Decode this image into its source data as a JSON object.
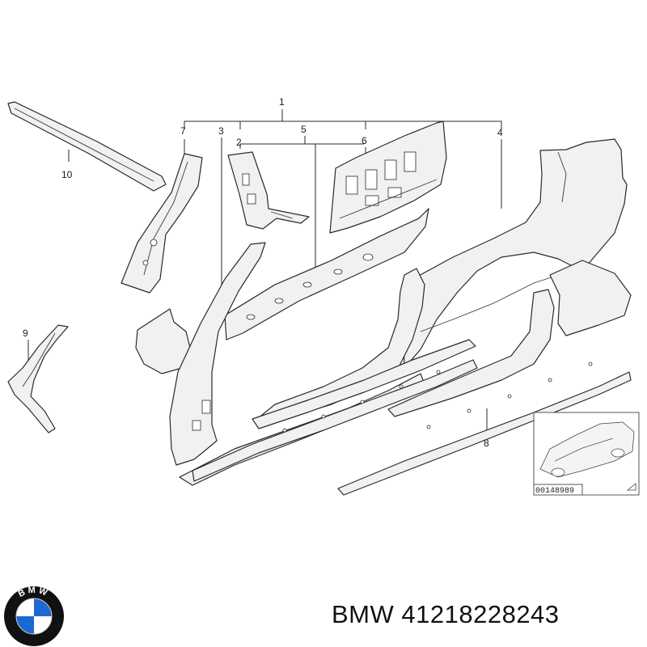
{
  "diagram": {
    "callouts": [
      "1",
      "2",
      "3",
      "4",
      "5",
      "6",
      "7",
      "8",
      "9",
      "10"
    ],
    "inset_code": "00148989"
  },
  "footer": {
    "brand": "BMW",
    "part_number": "41218228243",
    "logo_letters": "BMW"
  },
  "colors": {
    "line": "#2a2a2a",
    "part_fill": "#f1f1f1",
    "logo_blue": "#1c69d4",
    "logo_ring": "#111111"
  }
}
